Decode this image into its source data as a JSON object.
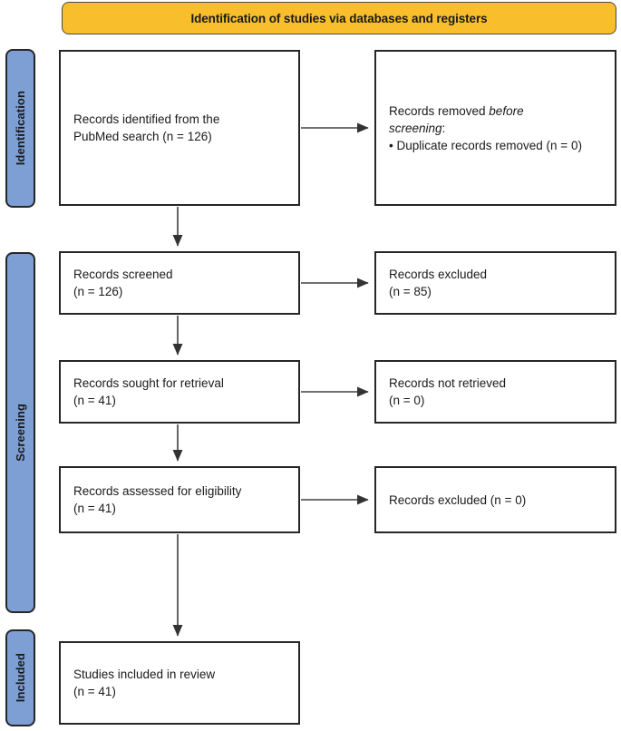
{
  "header": {
    "title": "Identification of studies via databases and registers",
    "bg_color": "#F9BE2C",
    "border_color": "#4a4a4a"
  },
  "stages": [
    {
      "id": "identification",
      "label": "Identification",
      "bg_color": "#7E9FD4"
    },
    {
      "id": "screening",
      "label": "Screening",
      "bg_color": "#7E9FD4"
    },
    {
      "id": "included",
      "label": "Included",
      "bg_color": "#7E9FD4"
    }
  ],
  "boxes": {
    "identified": {
      "line1": "Records identified from the",
      "line2": "PubMed search (n = 126)"
    },
    "removed": {
      "line1_prefix": "Records removed ",
      "line1_italic": "before",
      "line2_italic": "screening",
      "line2_suffix": ":",
      "bullet1": "Duplicate records removed (n = 0)"
    },
    "screened": {
      "line1": "Records screened",
      "line2": "(n = 126)"
    },
    "excluded_1": {
      "line1": "Records excluded",
      "line2": "(n = 85)"
    },
    "sought": {
      "line1": "Records sought for retrieval",
      "line2": "(n = 41)"
    },
    "not_retrieved": {
      "line1": "Records not retrieved",
      "line2": "(n = 0)"
    },
    "assessed": {
      "line1": "Records assessed for eligibility",
      "line2": "(n = 41)"
    },
    "excluded_2": {
      "line1": "Records excluded (n = 0)"
    },
    "included": {
      "line1": "Studies included in review",
      "line2": "(n = 41)"
    }
  },
  "counts": {
    "identified": 126,
    "duplicates_removed": 0,
    "screened": 126,
    "excluded_screening": 85,
    "sought_for_retrieval": 41,
    "not_retrieved": 0,
    "assessed_for_eligibility": 41,
    "excluded_eligibility": 0,
    "included_in_review": 41
  },
  "arrows": {
    "stroke_color": "#404040"
  }
}
